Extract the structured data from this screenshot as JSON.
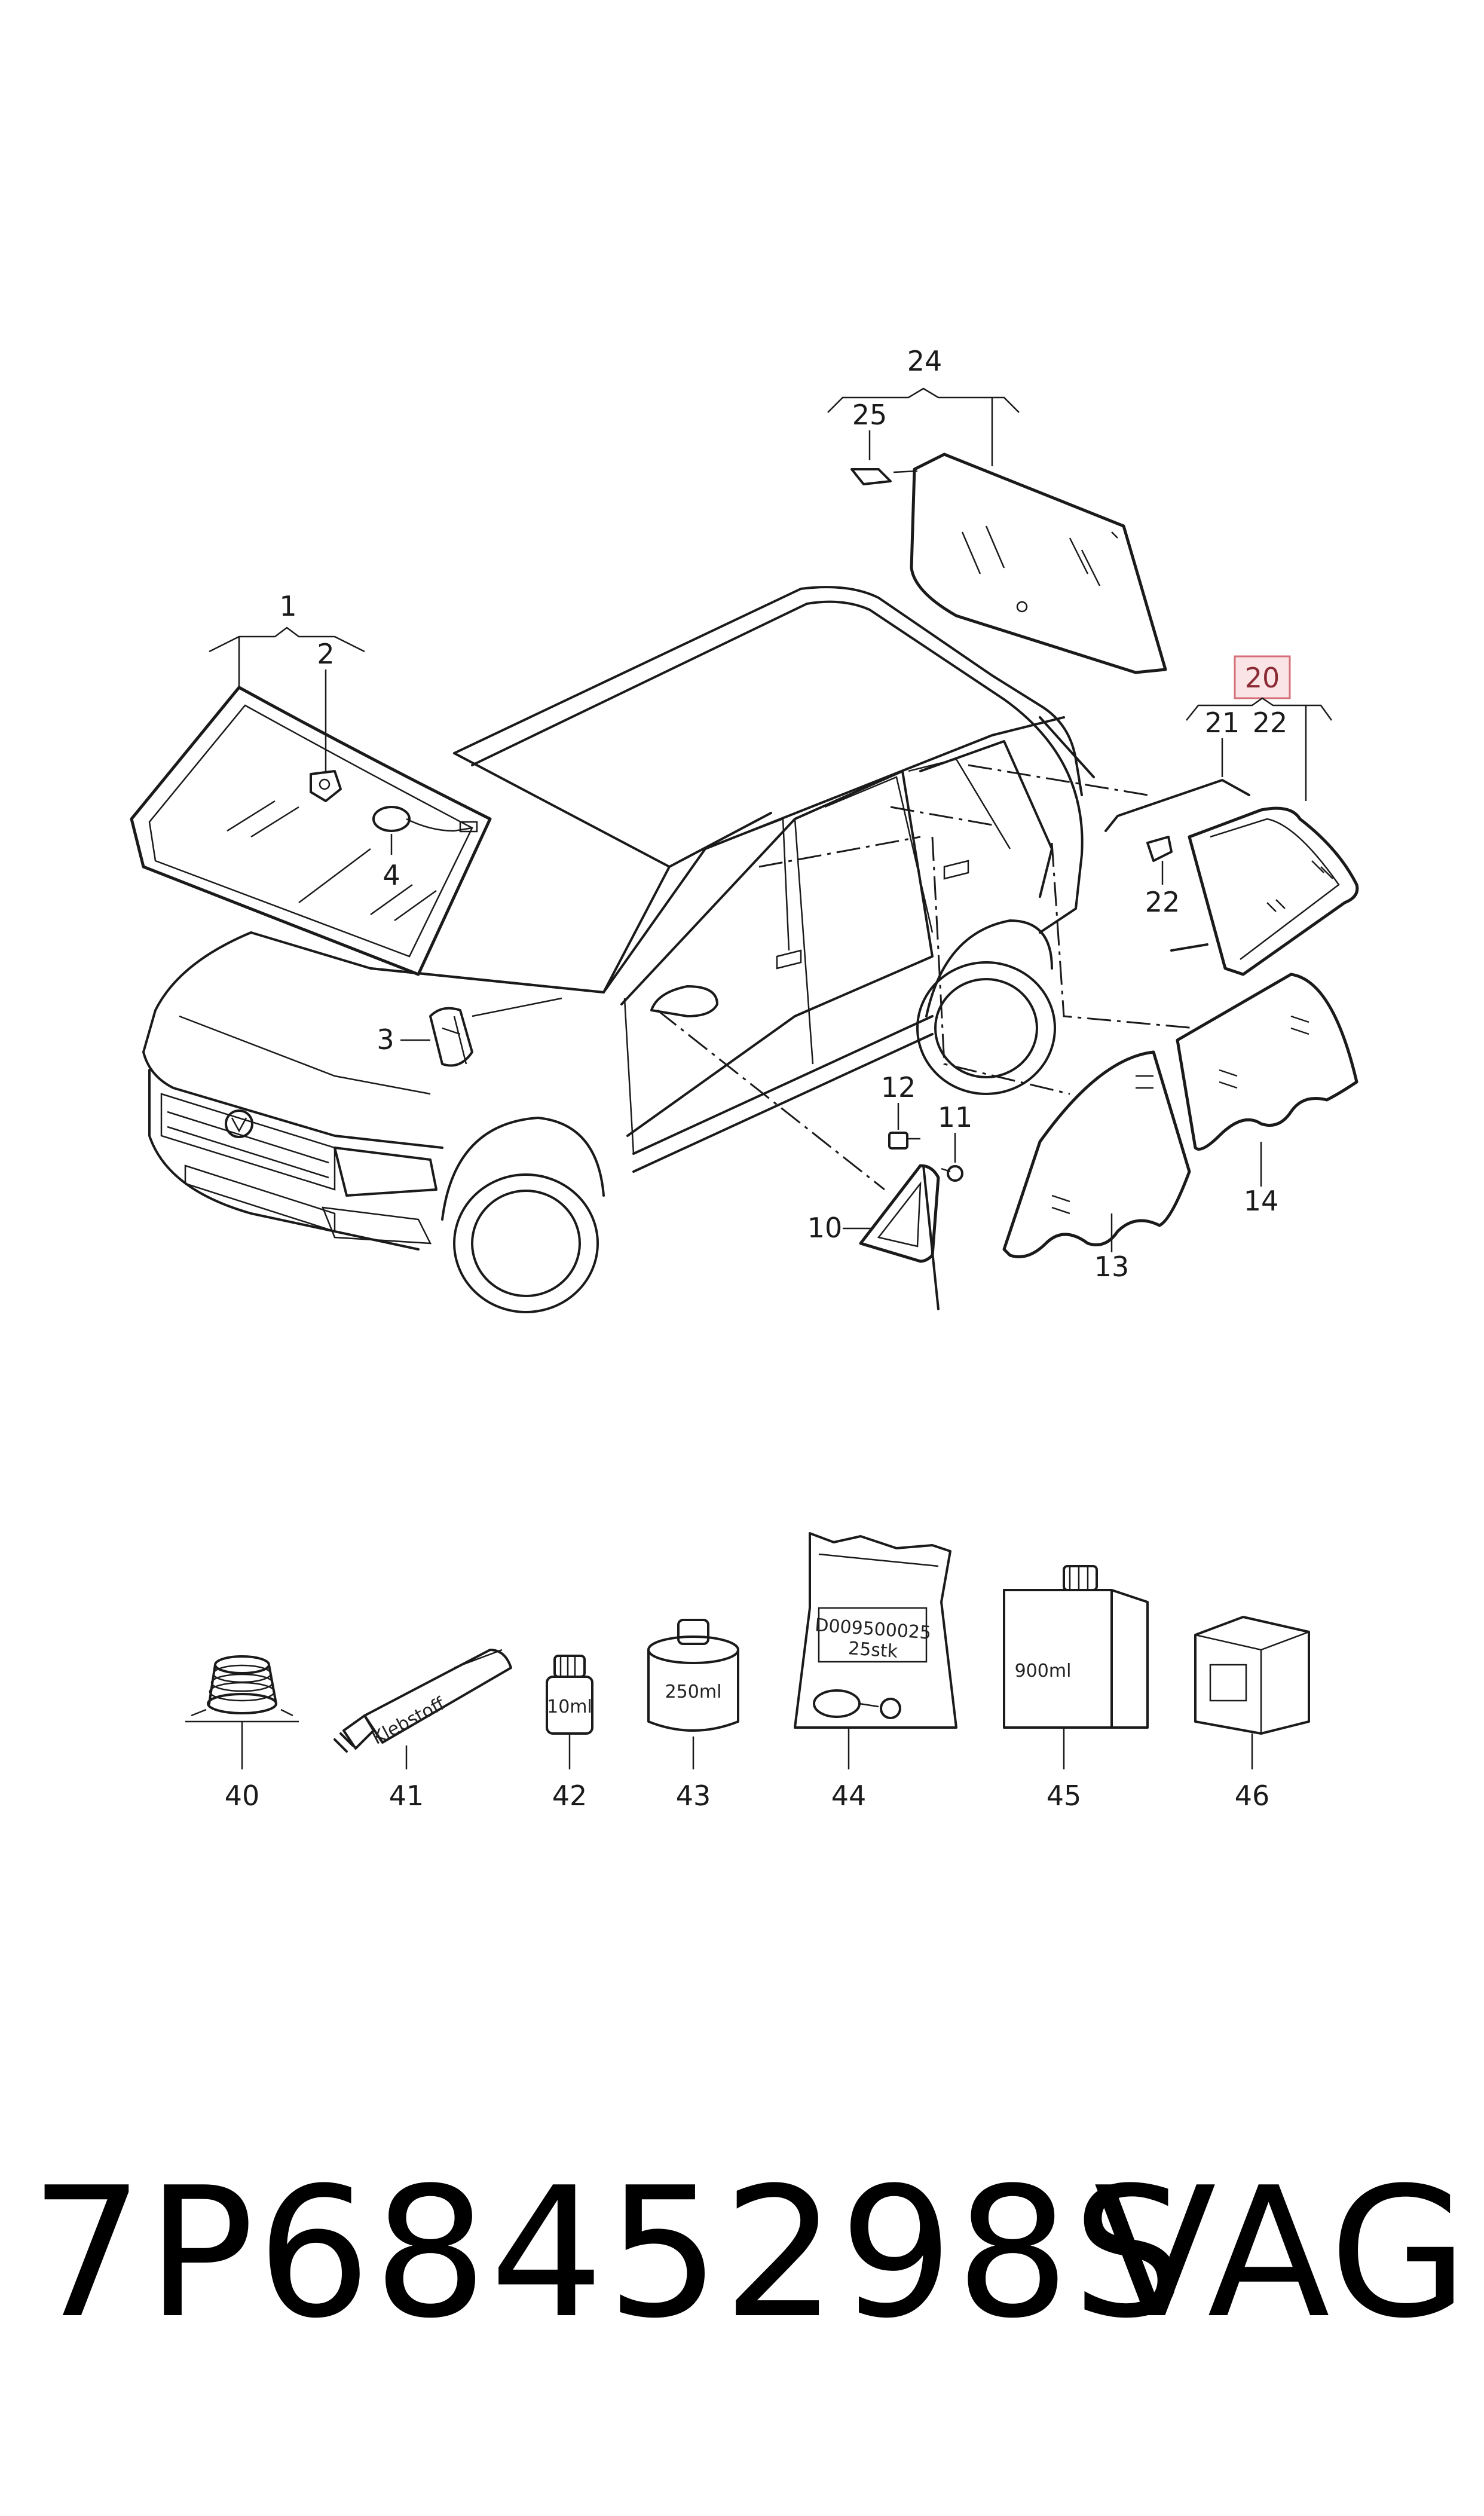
{
  "diagram": {
    "callouts": {
      "c1": "1",
      "c2": "2",
      "c3": "3",
      "c4": "4",
      "c10": "10",
      "c11": "11",
      "c12": "12",
      "c13": "13",
      "c14": "14",
      "c20": "20",
      "c21": "21",
      "c22a": "22",
      "c22b": "22",
      "c24": "24",
      "c25": "25",
      "c40": "40",
      "c41": "41",
      "c42": "42",
      "c43": "43",
      "c44": "44",
      "c45": "45",
      "c46": "46"
    },
    "highlighted_callout": "20",
    "highlight_color": "#fbe4e6",
    "package_labels": {
      "tube": "Klebstoff",
      "bottle_small": "10ml",
      "can": "250ml",
      "bag_line1": "D009500025",
      "bag_line2": "25stk",
      "canister": "900ml"
    }
  },
  "footer": {
    "part_number": "7P6845298S",
    "brand": "VAG"
  }
}
